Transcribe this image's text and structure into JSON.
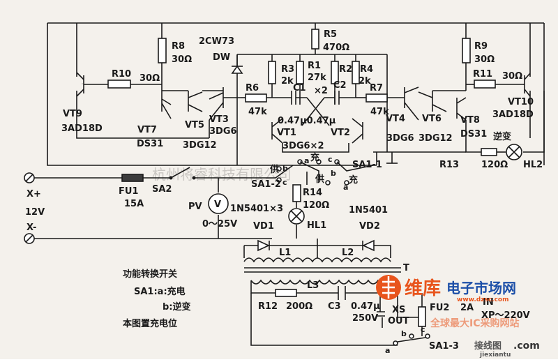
{
  "transistors": {
    "vt9": {
      "name": "VT9",
      "type": "3AD18D"
    },
    "vt7": {
      "name": "VT7",
      "type": "DS31"
    },
    "vt5": {
      "name": "VT5",
      "type": "3DG12"
    },
    "vt3": {
      "name": "VT3",
      "type": "3DG6"
    },
    "vt1": {
      "name": "VT1"
    },
    "vt2": {
      "name": "VT2"
    },
    "vt12_type": "3DG6×2",
    "vt4": {
      "name": "VT4",
      "type": "3DG6"
    },
    "vt6": {
      "name": "VT6",
      "type": "3DG12"
    },
    "vt8": {
      "name": "VT8",
      "type": "DS31"
    },
    "vt10": {
      "name": "VT10",
      "type": "3AD18D"
    }
  },
  "resistors": {
    "r8": {
      "name": "R8",
      "value": "30Ω"
    },
    "r10": {
      "name": "R10",
      "value": "30Ω"
    },
    "r6": {
      "name": "R6",
      "value": "47k"
    },
    "r3": {
      "name": "R3",
      "value": "2k"
    },
    "r1": {
      "name": "R1",
      "value": "27k"
    },
    "r1_mult": "×2",
    "r2": {
      "name": "R2"
    },
    "r4": {
      "name": "R4",
      "value": "2k"
    },
    "r5": {
      "name": "R5",
      "value": "470Ω"
    },
    "r7": {
      "name": "R7",
      "value": "47k"
    },
    "r9": {
      "name": "R9",
      "value": "30Ω"
    },
    "r11": {
      "name": "R11",
      "value": "30Ω"
    },
    "r13": {
      "name": "R13",
      "value": "120Ω"
    },
    "r14": {
      "name": "R14",
      "value": "120Ω"
    },
    "r12": {
      "name": "R12",
      "value": "200Ω"
    }
  },
  "capacitors": {
    "c1": {
      "name": "C1"
    },
    "c2": {
      "name": "C2"
    },
    "c12_values": "0.47μ0.47μ",
    "c3": {
      "name": "C3",
      "value": "0.47μ",
      "voltage": "250V"
    }
  },
  "diodes": {
    "dw": {
      "name": "DW",
      "type": "2CW73"
    },
    "vd1": {
      "name": "VD1",
      "note": "1N5401×3"
    },
    "vd2": {
      "name": "VD2",
      "type": "1N5401"
    }
  },
  "power": {
    "x_plus": "X+",
    "x_minus": "X-",
    "voltage": "12V",
    "fu1": {
      "name": "FU1",
      "value": "15A"
    },
    "sa2": "SA2",
    "pv": {
      "name": "PV",
      "symbol": "V",
      "range": "0～25V"
    },
    "fu2": {
      "name": "FU2",
      "value": "2A"
    }
  },
  "switches": {
    "sa11": "SA1-1",
    "sa12": "SA1-2",
    "sa13": "SA1-3",
    "charge": "充",
    "supply": "供",
    "pos_a": "a",
    "pos_b": "b",
    "pos_c": "c"
  },
  "lamps": {
    "hl1": "HL1",
    "hl2": "HL2",
    "invert_label": "逆变"
  },
  "transformer": {
    "name": "T",
    "l1": "L1",
    "l2": "L2",
    "l3": "L3"
  },
  "output": {
    "xs": "XS",
    "out": "OUT",
    "in": "IN",
    "xp": "XP～220V"
  },
  "legend": {
    "title": "功能转换开关",
    "line1": "SA1:a:充电",
    "line2": "b:逆变",
    "line3": "本图置充电位"
  },
  "watermark": {
    "company": "杭州将睿科技有限公司",
    "brand": "维库",
    "brand_sub": "电子市场网",
    "url": "www.dzsc.com",
    "slogan": "全球最大IC采购网站",
    "jiexian": "接线图",
    "jiexian_url": "jiexiantu",
    "com": ".com"
  }
}
